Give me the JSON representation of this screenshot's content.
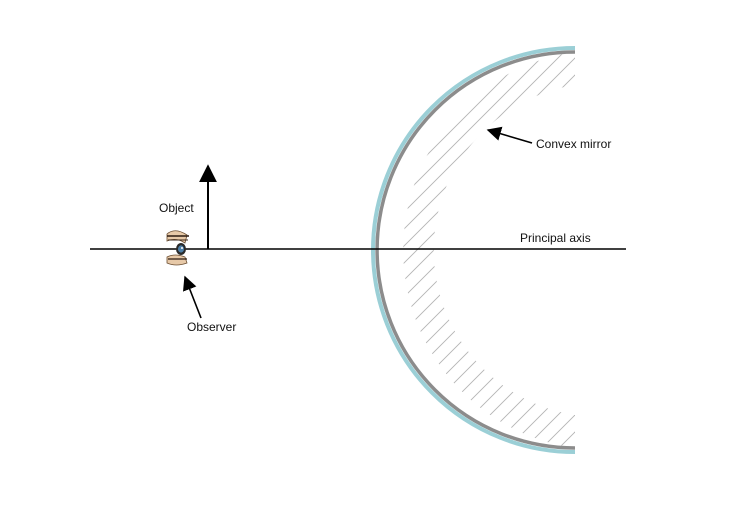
{
  "labels": {
    "object": "Object",
    "observer": "Observer",
    "mirror": "Convex mirror",
    "axis": "Principal axis"
  },
  "colors": {
    "line": "#000000",
    "mirror_surface": "#9bcfd6",
    "mirror_back": "#8c8c8c",
    "hatch": "#b4b4b4",
    "text": "#111111"
  },
  "icons": {
    "observer": "eye-icon"
  }
}
